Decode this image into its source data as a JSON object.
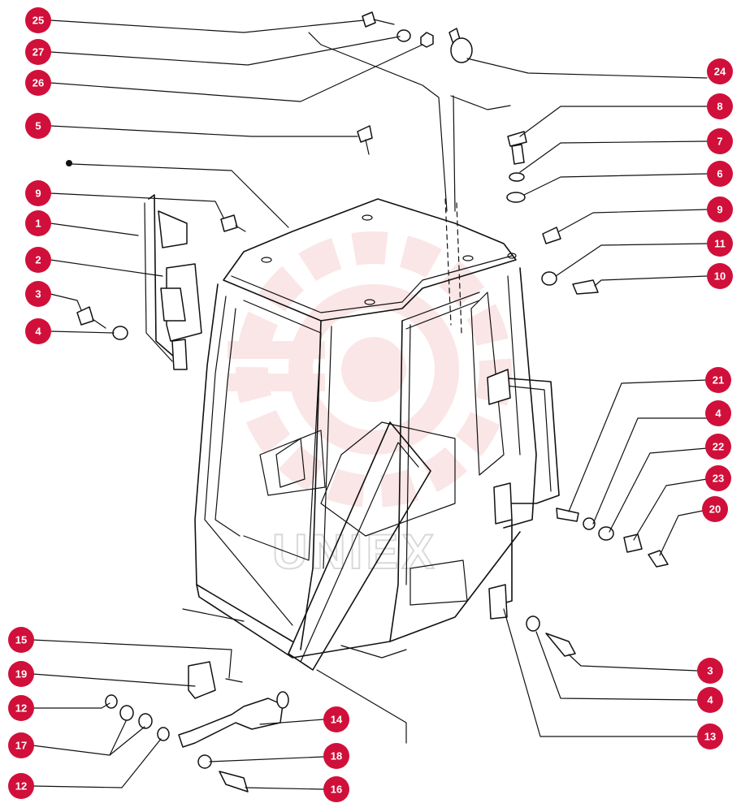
{
  "colors": {
    "callout": "#d0103a",
    "callout_text": "#ffffff",
    "line": "#111111",
    "watermark": "#f3b8b8"
  },
  "watermark": {
    "text": "UNIEX"
  },
  "callouts": [
    {
      "label": "25"
    },
    {
      "label": "27"
    },
    {
      "label": "26"
    },
    {
      "label": "5"
    },
    {
      "label": "9"
    },
    {
      "label": "1"
    },
    {
      "label": "2"
    },
    {
      "label": "3"
    },
    {
      "label": "4"
    },
    {
      "label": "24"
    },
    {
      "label": "8"
    },
    {
      "label": "7"
    },
    {
      "label": "6"
    },
    {
      "label": "9"
    },
    {
      "label": "11"
    },
    {
      "label": "10"
    },
    {
      "label": "21"
    },
    {
      "label": "4"
    },
    {
      "label": "22"
    },
    {
      "label": "23"
    },
    {
      "label": "20"
    },
    {
      "label": "3"
    },
    {
      "label": "4"
    },
    {
      "label": "13"
    },
    {
      "label": "15"
    },
    {
      "label": "19"
    },
    {
      "label": "12"
    },
    {
      "label": "17"
    },
    {
      "label": "12"
    },
    {
      "label": "14"
    },
    {
      "label": "18"
    },
    {
      "label": "16"
    }
  ]
}
